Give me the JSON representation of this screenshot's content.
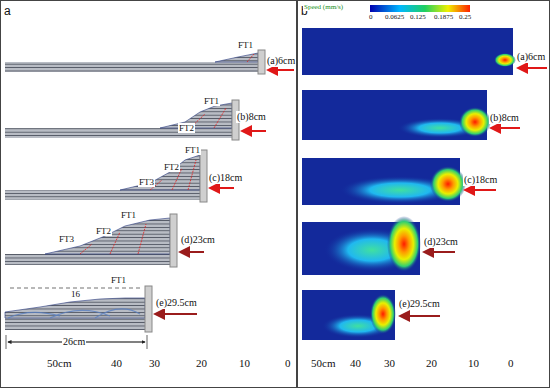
{
  "diagram": {
    "nodes": [
      {
        "text": [
          "a"
        ]
      },
      {
        "text": [
          "b"
        ]
      }
    ],
    "labels": [
      "FT1",
      "(a)6cm",
      "FT2",
      "FT1",
      "(b)8cm",
      "FT3",
      "FT2",
      "FT1",
      "(c)18cm",
      "FT3",
      "FT2",
      "FT1",
      "(d)23cm",
      "FT1",
      "16",
      "(e)29.5cm",
      "26cm",
      "50cm",
      "40",
      "30",
      "20",
      "10",
      "0",
      "Speed (mm/s)",
      "0",
      "0.0625",
      "0.125",
      "0.1875",
      "0.25",
      "(a)6cm",
      "(b)8cm",
      "(c)18cm",
      "(d)23cm",
      "(e)29.5cm",
      "50cm",
      "40",
      "30",
      "20",
      "10",
      "0"
    ]
  }
}
